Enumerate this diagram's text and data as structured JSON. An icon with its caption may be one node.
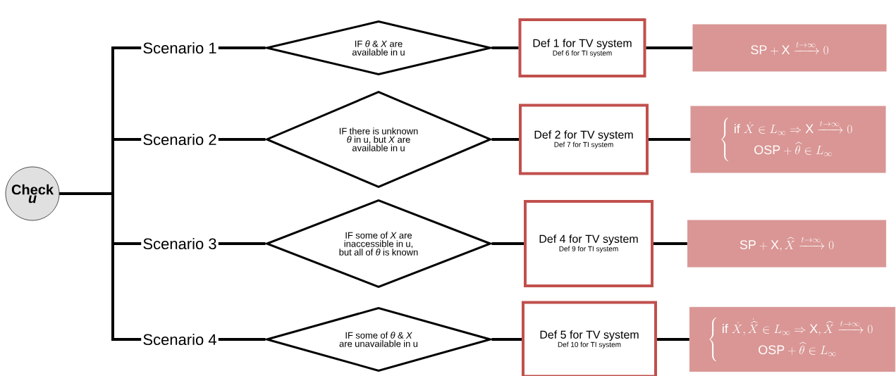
{
  "diagram": {
    "nodes": [
      {
        "text": [
          "Check *u*"
        ]
      },
      {
        "text": [
          "Scenario 1"
        ]
      },
      {
        "text": [
          "IF *θ* & *X* are available in u"
        ]
      },
      {
        "text": [
          "Def 1 for TV system",
          "Def 6 for TI system"
        ]
      },
      {
        "text": [
          "\\mathrm{SP}+\\mathrm{X}\\xrightarrow{t\\to\\infty}0"
        ]
      },
      {
        "text": [
          "Scenario 2"
        ]
      },
      {
        "text": [
          "IF there is unknown *θ* in u, but *X* are available in u"
        ]
      },
      {
        "text": [
          "Def 2 for TV system",
          "Def 7 for TI system"
        ]
      },
      {
        "text": [
          "\\left\\{\\begin{array}{c}\\mathrm{if}\\ \\dot{X}\\in L_\\infty\\Rightarrow\\mathrm{X}\\xrightarrow{t\\to\\infty}0\\\\ \\mathrm{OSP}+\\widehat{\\theta}\\in L_\\infty\\end{array}\\right."
        ]
      },
      {
        "text": [
          "Scenario 3"
        ]
      },
      {
        "text": [
          "IF some of *X* are inaccessible in u, but all of *θ* is known"
        ]
      },
      {
        "text": [
          "Def 4 for TV system",
          "Def 9 for TI system"
        ]
      },
      {
        "text": [
          "\\mathrm{SP}+\\mathrm{X},\\widehat{X}\\xrightarrow{t\\to\\infty}0"
        ]
      },
      {
        "text": [
          "Scenario 4"
        ]
      },
      {
        "text": [
          "IF some of *θ* & *X* are unavailable in u"
        ]
      },
      {
        "text": [
          "Def 5 for TV system",
          "Def 10 for TI system"
        ]
      },
      {
        "text": [
          "\\left\\{\\begin{array}{c}\\mathrm{if}\\ \\dot{X},\\dot{\\widehat{X}}\\in L_\\infty\\Rightarrow\\mathrm{X},\\widehat{X}\\xrightarrow{t\\to\\infty}0\\\\ \\mathrm{OSP}+\\widehat{\\theta}\\in L_\\infty\\end{array}\\right."
        ]
      }
    ],
    "edges": [
      {
        "from": 0,
        "to": 1,
        "arrow": "none"
      },
      {
        "from": 1,
        "to": 2,
        "arrow": "none"
      },
      {
        "from": 2,
        "to": 3,
        "arrow": "none"
      },
      {
        "from": 3,
        "to": 4,
        "arrow": "none"
      },
      {
        "from": 0,
        "to": 5,
        "arrow": "none"
      },
      {
        "from": 5,
        "to": 6,
        "arrow": "none"
      },
      {
        "from": 6,
        "to": 7,
        "arrow": "none"
      },
      {
        "from": 7,
        "to": 8,
        "arrow": "none"
      },
      {
        "from": 0,
        "to": 9,
        "arrow": "none"
      },
      {
        "from": 9,
        "to": 10,
        "arrow": "none"
      },
      {
        "from": 10,
        "to": 11,
        "arrow": "none"
      },
      {
        "from": 11,
        "to": 12,
        "arrow": "none"
      },
      {
        "from": 0,
        "to": 13,
        "arrow": "none"
      },
      {
        "from": 13,
        "to": 14,
        "arrow": "none"
      },
      {
        "from": 14,
        "to": 15,
        "arrow": "none"
      },
      {
        "from": 15,
        "to": 16,
        "arrow": "none"
      }
    ]
  }
}
